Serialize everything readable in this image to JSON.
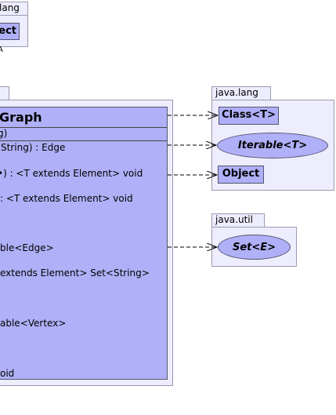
{
  "top_package": {
    "name": "lang",
    "class_label": "ect",
    "stray_mark": "A"
  },
  "graph_package": {
    "class": {
      "title": "Graph",
      "attribute_row": "g)",
      "methods": [
        "String) : Edge",
        "•) : <T extends Element> void",
        ": <T extends Element> void",
        "ble<Edge>",
        "extends Element> Set<String>",
        "able<Vertex>",
        "oid"
      ]
    }
  },
  "java_lang": {
    "name": "java.lang",
    "classes": [
      {
        "name": "Class<T>",
        "kind": "class"
      },
      {
        "name": "Iterable<T>",
        "kind": "interface"
      },
      {
        "name": "Object",
        "kind": "class"
      }
    ]
  },
  "java_util": {
    "name": "java.util",
    "classes": [
      {
        "name": "Set<E>",
        "kind": "interface"
      }
    ]
  },
  "colors": {
    "package_fill": "#ededfd",
    "class_fill": "#b0b0f8",
    "border": "#555570"
  }
}
